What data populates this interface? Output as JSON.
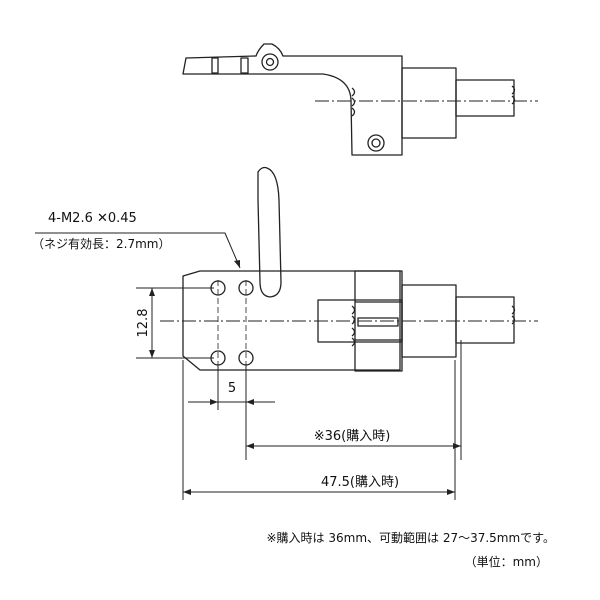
{
  "labels": {
    "thread_spec": "4-M2.6 ✕0.45",
    "thread_note": "（ネジ有効長：2.7mm）",
    "dim_height": "12.8",
    "dim_pitch": "5",
    "dim_purchase": "※36(購入時)",
    "dim_total": "47.5(購入時)",
    "footnote": "※購入時は 36mm、可動範囲は 27〜37.5mmです。",
    "unit": "（単位：mm）"
  },
  "colors": {
    "line": "#222222",
    "background": "#ffffff"
  }
}
